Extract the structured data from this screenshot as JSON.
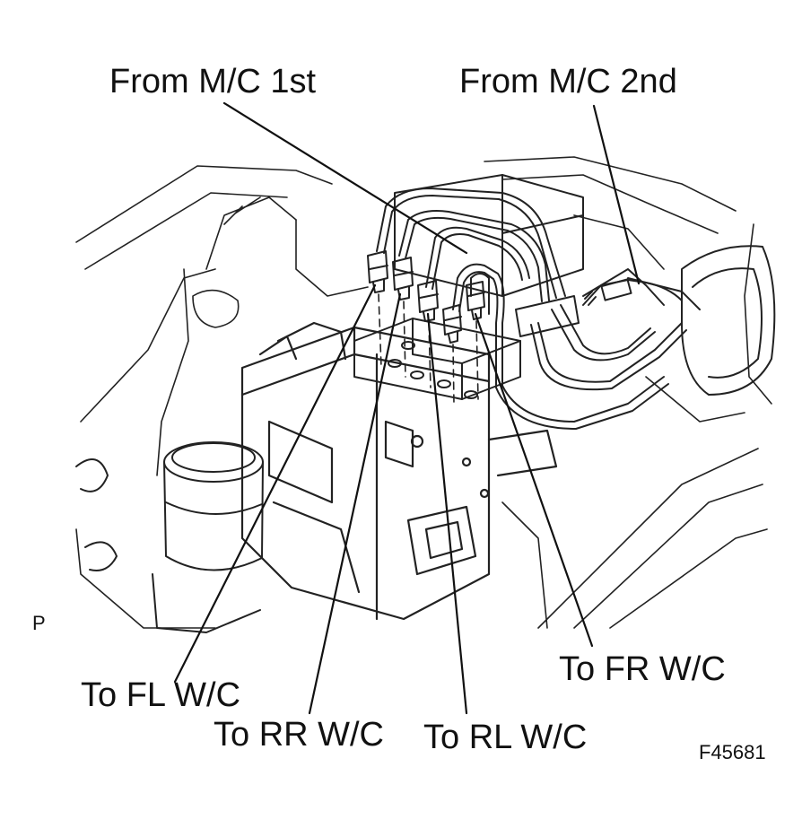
{
  "labels": {
    "from_mc_1st": "From M/C 1st",
    "from_mc_2nd": "From M/C 2nd",
    "to_fl_wc": "To FL W/C",
    "to_rr_wc": "To RR W/C",
    "to_rl_wc": "To RL W/C",
    "to_fr_wc": "To FR W/C",
    "view_marker": "P",
    "figure_id": "F45681"
  }
}
